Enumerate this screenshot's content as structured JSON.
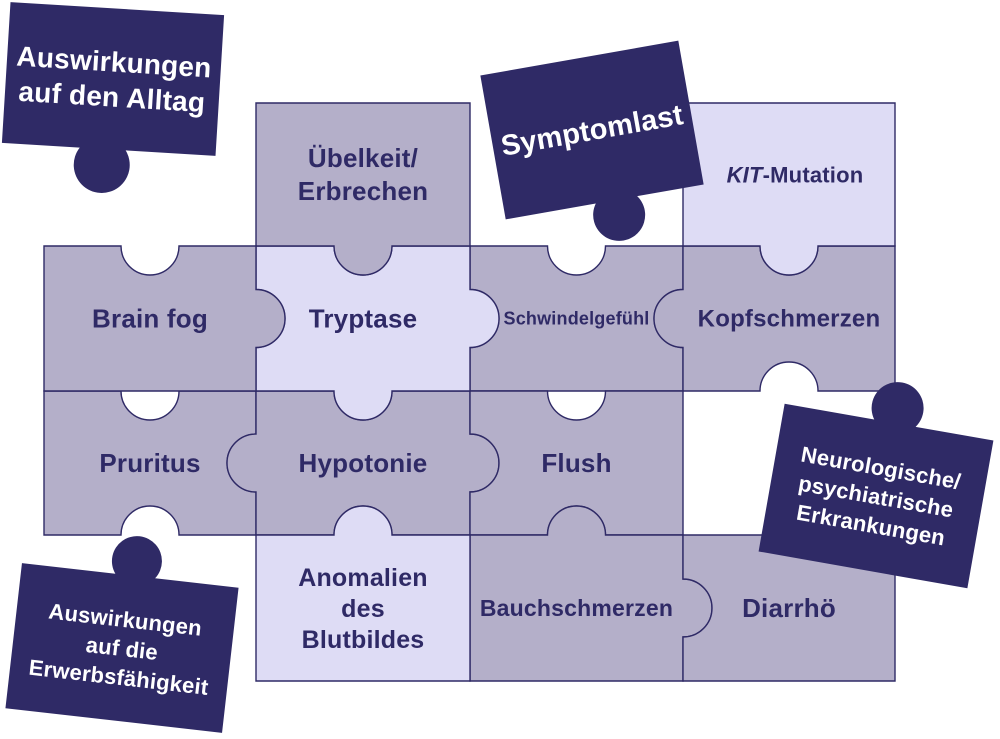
{
  "diagram": {
    "background_color": "#ffffff",
    "colors": {
      "dark_navy": "#2f2a66",
      "medium_purple": "#b4afc9",
      "light_lavender": "#dedcf5",
      "outline": "#2f2a66",
      "text_on_light": "#2f2a66",
      "text_on_dark": "#ffffff"
    },
    "grid_pieces": [
      {
        "id": "uebelkeit-erbrechen",
        "lines": [
          "Übelkeit/",
          "Erbrechen"
        ],
        "shade": "medium",
        "col": 1,
        "row": 0,
        "edges": {
          "top": "flat",
          "right": "flat",
          "bottom": "knob",
          "left": "flat"
        }
      },
      {
        "id": "kit-mutation",
        "lines": [
          "KIT-Mutation"
        ],
        "label_parts": [
          {
            "text": "KIT",
            "italic": true
          },
          {
            "text": "-Mutation",
            "italic": false
          }
        ],
        "shade": "light",
        "col": 3,
        "row": 0,
        "edges": {
          "top": "flat",
          "right": "flat",
          "bottom": "knob",
          "left": "flat"
        }
      },
      {
        "id": "brain-fog",
        "lines": [
          "Brain fog"
        ],
        "shade": "medium",
        "col": 0,
        "row": 1,
        "edges": {
          "top": "socket",
          "right": "knob",
          "bottom": "flat",
          "left": "flat"
        }
      },
      {
        "id": "tryptase",
        "lines": [
          "Tryptase"
        ],
        "shade": "light",
        "col": 1,
        "row": 1,
        "edges": {
          "top": "socket",
          "right": "knob",
          "bottom": "knob",
          "left": "socket"
        }
      },
      {
        "id": "schwindelgefuehl",
        "lines": [
          "Schwindelgefühl"
        ],
        "shade": "medium",
        "col": 2,
        "row": 1,
        "edges": {
          "top": "socket",
          "right": "socket",
          "bottom": "flat",
          "left": "socket"
        }
      },
      {
        "id": "kopfschmerzen",
        "lines": [
          "Kopfschmerzen"
        ],
        "shade": "medium",
        "col": 3,
        "row": 1,
        "edges": {
          "top": "socket",
          "right": "flat",
          "bottom": "socket",
          "left": "knob"
        }
      },
      {
        "id": "pruritus",
        "lines": [
          "Pruritus"
        ],
        "shade": "medium",
        "col": 0,
        "row": 2,
        "edges": {
          "top": "socket",
          "right": "socket",
          "bottom": "socket",
          "left": "flat"
        }
      },
      {
        "id": "hypotonie",
        "lines": [
          "Hypotonie"
        ],
        "shade": "medium",
        "col": 1,
        "row": 2,
        "edges": {
          "top": "socket",
          "right": "knob",
          "bottom": "socket",
          "left": "knob"
        }
      },
      {
        "id": "flush",
        "lines": [
          "Flush"
        ],
        "shade": "medium",
        "col": 2,
        "row": 2,
        "edges": {
          "top": "socket",
          "right": "flat",
          "bottom": "socket",
          "left": "socket"
        }
      },
      {
        "id": "anomalien-blutbild",
        "lines": [
          "Anomalien",
          "des",
          "Blutbildes"
        ],
        "shade": "light",
        "col": 1,
        "row": 3,
        "edges": {
          "top": "knob",
          "right": "flat",
          "bottom": "flat",
          "left": "flat"
        }
      },
      {
        "id": "bauchschmerzen",
        "lines": [
          "Bauchschmerzen"
        ],
        "shade": "medium",
        "col": 2,
        "row": 3,
        "edges": {
          "top": "knob",
          "right": "knob",
          "bottom": "flat",
          "left": "flat"
        }
      },
      {
        "id": "diarrhoe",
        "lines": [
          "Diarrhö"
        ],
        "shade": "medium",
        "col": 3,
        "row": 3,
        "edges": {
          "top": "flat",
          "right": "flat",
          "bottom": "flat",
          "left": "socket"
        }
      }
    ],
    "tilted_pieces": [
      {
        "id": "auswirkungen-alltag",
        "lines": [
          "Auswirkungen",
          "auf den Alltag"
        ]
      },
      {
        "id": "symptomlast",
        "lines": [
          "Symptomlast"
        ]
      },
      {
        "id": "neurologische-psychiatrische-erkrankungen",
        "lines": [
          "Neurologische/",
          "psychiatrische",
          "Erkrankungen"
        ]
      },
      {
        "id": "auswirkungen-erwerbsfaehigkeit",
        "lines": [
          "Auswirkungen",
          "auf die",
          "Erwerbsfähigkeit"
        ]
      }
    ]
  }
}
